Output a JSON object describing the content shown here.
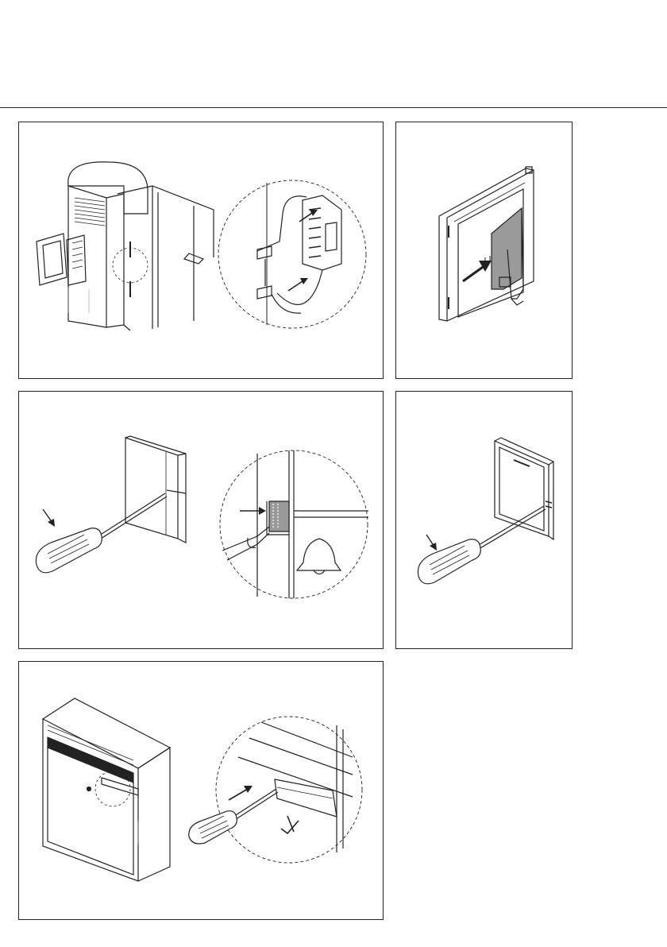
{
  "page": {
    "background": "#ffffff",
    "line_color": "#222222",
    "shade_color": "#9a9a9a"
  },
  "figures": [
    {
      "name": "mailbox-column-wiring-detail"
    },
    {
      "name": "module-insertion"
    },
    {
      "name": "bell-button-removal"
    },
    {
      "name": "frame-removal"
    },
    {
      "name": "mailbox-flap-release"
    }
  ],
  "icons": {
    "arrow": "arrow-icon",
    "screwdriver": "screwdriver-icon",
    "bell": "bell-icon"
  }
}
